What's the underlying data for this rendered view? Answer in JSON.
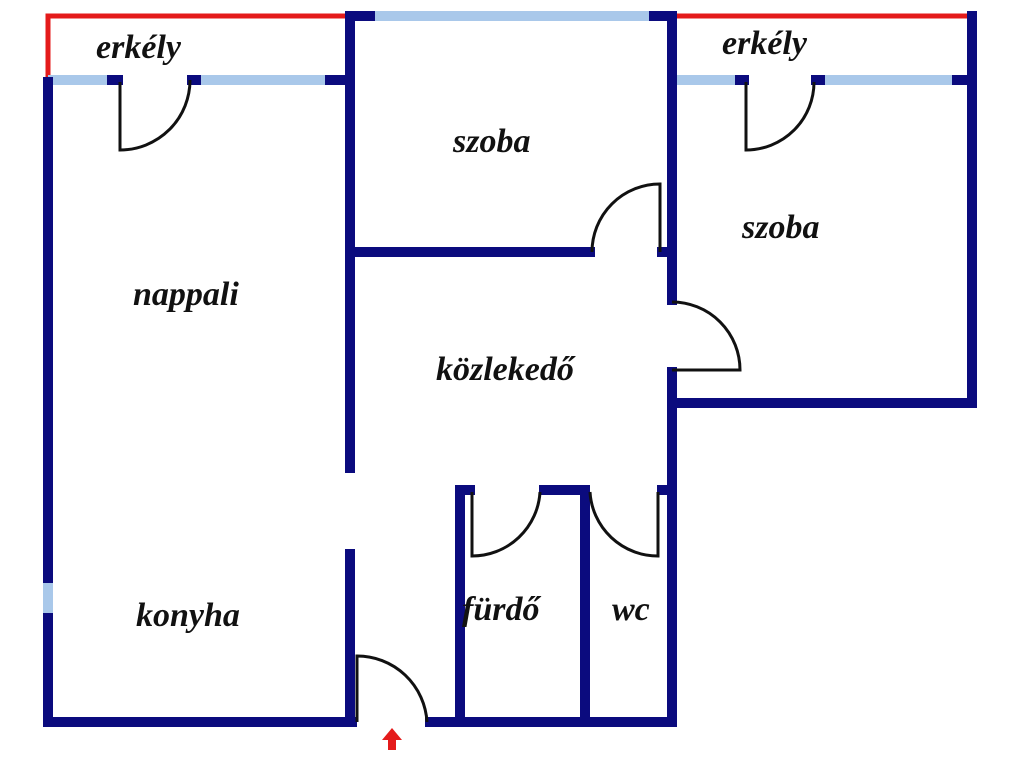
{
  "title": "floor plan",
  "rooms": {
    "balcony_left": "erkély",
    "balcony_right": "erkély",
    "room_middle": "szoba",
    "room_right": "szoba",
    "living": "nappali",
    "hall": "közlekedő",
    "kitchen": "konyha",
    "bathroom": "fürdő",
    "toilet": "wc"
  },
  "colors": {
    "wall": "#0b0b7e",
    "window": "#a9c8ea",
    "balcony_rail": "#e41b1b",
    "entrance_arrow": "#e41b1b"
  },
  "icons": {
    "entrance": "arrow-up-icon"
  }
}
